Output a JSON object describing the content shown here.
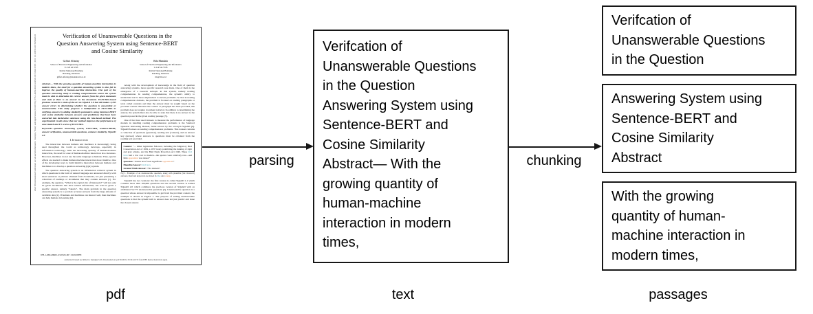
{
  "figure": {
    "stage_labels": {
      "pdf": "pdf",
      "text": "text",
      "passages": "passages"
    },
    "arrow_labels": {
      "parsing": "parsing",
      "chunking": "chunking"
    },
    "text_box_content": "Verifcation of\nUnanswerable Questions\nin the Question\nAnswering System using\nSentence-BERT and\nCosine Similarity\nAbstract— With the\ngrowing quantity of\nhuman-machine\ninteraction in modern\ntimes,",
    "passage_boxes": [
      "Verifcation of\nUnanswerable Questions\nin the Question",
      "Answering System using\nSentence-BERT and\nCosine Similarity\nAbstract",
      "With the growing\nquantity of human-\nmachine interaction in\nmodern times,"
    ],
    "colors": {
      "line": "#161616",
      "text": "#000000",
      "background": "#ffffff"
    }
  },
  "pdf_page": {
    "title": "Verification of Unanswerable Questions in the\nQuestion Answering System using Sentence-BERT\nand Cosine Similarity",
    "sidebar_text": "2022 9th International Conference on Advanced Informatics: Concepts, Theory and Applications (ICAICTA) | 978-1-6654-8663-3/22/$31.00 ©2022 IEEE | DOI: 10.1109/ICAICTA56449.2022.9932943",
    "authors": [
      {
        "name": "Giffari Alfarizy",
        "affil1": "School of Electrical Engineering and Informatics",
        "affil2": "U-CoE AI-VLB",
        "affil3": "Institut Teknologi Bandung",
        "affil4": "Bandung, Indonesia",
        "email": "giffari.alfarizy@students.itb.ac.id"
      },
      {
        "name": "Rila Mandala",
        "affil1": "School of Electrical Engineering and Informatics",
        "affil2": "U-CoE AI-VLB",
        "affil3": "Institut Teknologi Bandung",
        "affil4": "Bandung, Indonesia",
        "email": "rila@itb.ac.id"
      }
    ],
    "abstract": "Abstract— With the growing quantity of human-machine interaction in modern times, the need for a question answering system is also felt to improve the quality of human-machine interaction. One part of the question answering study is reading comprehension where the system must be able to determine the correct answer from the given document and state if there is no answer in the document. ELECTRA-based previous research is state-of-the-art on SQuAD 2.0 but still makes 2,193 answer errors in determining whether the question is answerable or unanswerable. This study proposes a modification to ELECTRA in verifying answers by adding similarity parameters using Sentence-BERT and cosine similarity between answers and predictions that have been converted into declarative sentences using the rule-based method. The experimental results show that our method improves the performance of exact match and F1 scores of ELECTRA.",
    "keywords": "Keywords—question answering system, ELECTRA, sentence-BERT, answer verification, unanswerable questions, sentence similarity, SQuAD 2.0",
    "section_heading": "I. Introduction",
    "left_paragraphs": [
      "The interaction between humans and machines is increasingly being used throughout the world as technology develops, especially in information technology. With the increasing quantity of human-machine interaction, the need for ease of human-machine interaction also increases. However, machines do not use the same language as humans. Thus, special efforts are needed to make human-machine interaction more intuitive. One of the developing ways to build intuitive interaction between humans and machines is to develop a question answering (QA) system.",
      "The question answering system is an information retrieval system in which questions in the form of natural language are answered directly with short sentences or phrases obtained from documents, not just presenting a collection of readings or documents that may contain answers [1]. For example, the question, \"What is the capital city of Indonesia?\" will not only be given documents that have related information, but will be given a specific answer, namely \"Jakarta\". The main problem in the question answering system is to provide accurate answers from the large amount of available data [2]. If humans and machines can interact well, then machines can help humans in learning [4]."
    ],
    "right_paragraphs": [
      "Along with the development of knowledge in the field of question answering systems, more specific research was made. One of them is the emergence of a research subtopic in this system, namely reading comprehension. In reading comprehension, the system's ability to understand text is more emphasized to answer problems. So that in reading comprehension datasets, the problem is focused on reading paragraphs or texts called contexts and then the answer must be sought based on the provided context. Because the context or paragraph has been provided, this problem does not require document retrieval. In addition to determining the answer, the system must also be able to state that there is no answer to the question posed in the given reading passage [5].",
      "One of the most used datasets to measure the performance of language models in handling reading comprehension problems is the Stanford Question Answering Dataset, better known by the acronym SQuAD [6]. SQuAD focuses on reading comprehension problems. This dataset contains a collection of questions (question), reading text (context), and an answer key (answer) where answers to questions must be obtained from the reading text provided."
    ],
    "context_box": {
      "context_label": "Context:",
      "context_pre": " \"... Other legislation followed, including the Migratory Bird Conservation Act of 1929, a 1937 treaty prohibiting the hunting of right and gray whales, and the Bald Eagle Protection Act 1940. These ",
      "context_hl_teal": "bird laws",
      "context_mid": " had a low cost to modern—the species were relatively rare—and little ",
      "context_hl_orange": "opposition",
      "context_post": " was raised.\"",
      "question_label": "Question:",
      "question_pre": " \"Which laws faced significant ",
      "question_hl": "opposition",
      "question_post": "?\"",
      "plausible_label": "Plausible Answer:",
      "plausible_value": " bird laws",
      "ground_truth_label": "Ground Truth Answer:",
      "ground_truth_value": " <No Answer>",
      "highlight_orange": "#E1762F",
      "highlight_teal": "#3A9FB0"
    },
    "figure_caption": {
      "pre": "Fig 1. Example of an unanswerable question, along with plausible (but incorrect) answers. Relevant keywords are shown in ",
      "blue_word": "blue",
      "mid": " and ",
      "orange_word": "orange",
      "post": "."
    },
    "post_figure_paragraph": "SQuAD has two versions: the first version is called SQuAD 1.1 which contains more than 100,000 questions and the second version is named SQuAD 2.0 which combines the previous version of SQuAD with an additional 53,775 unanswerable questions [5]. Unanswerable question is a question whose answer is impossible to get from the provided context, the example is shown in Figure 1. The purpose of adding unanswerable questions is that the system built to answer does not just predict and issue the closest answer.",
    "footer_copyright": "978-1-6654-8663-3/22/$31.00 ©2022 IEEE",
    "footer_stamp": "Authorized licensed use limited to: Kyunghee Univ. Downloaded on April 30,2023 at 05:34:44 UTC from IEEE Xplore.  Restrictions apply."
  }
}
